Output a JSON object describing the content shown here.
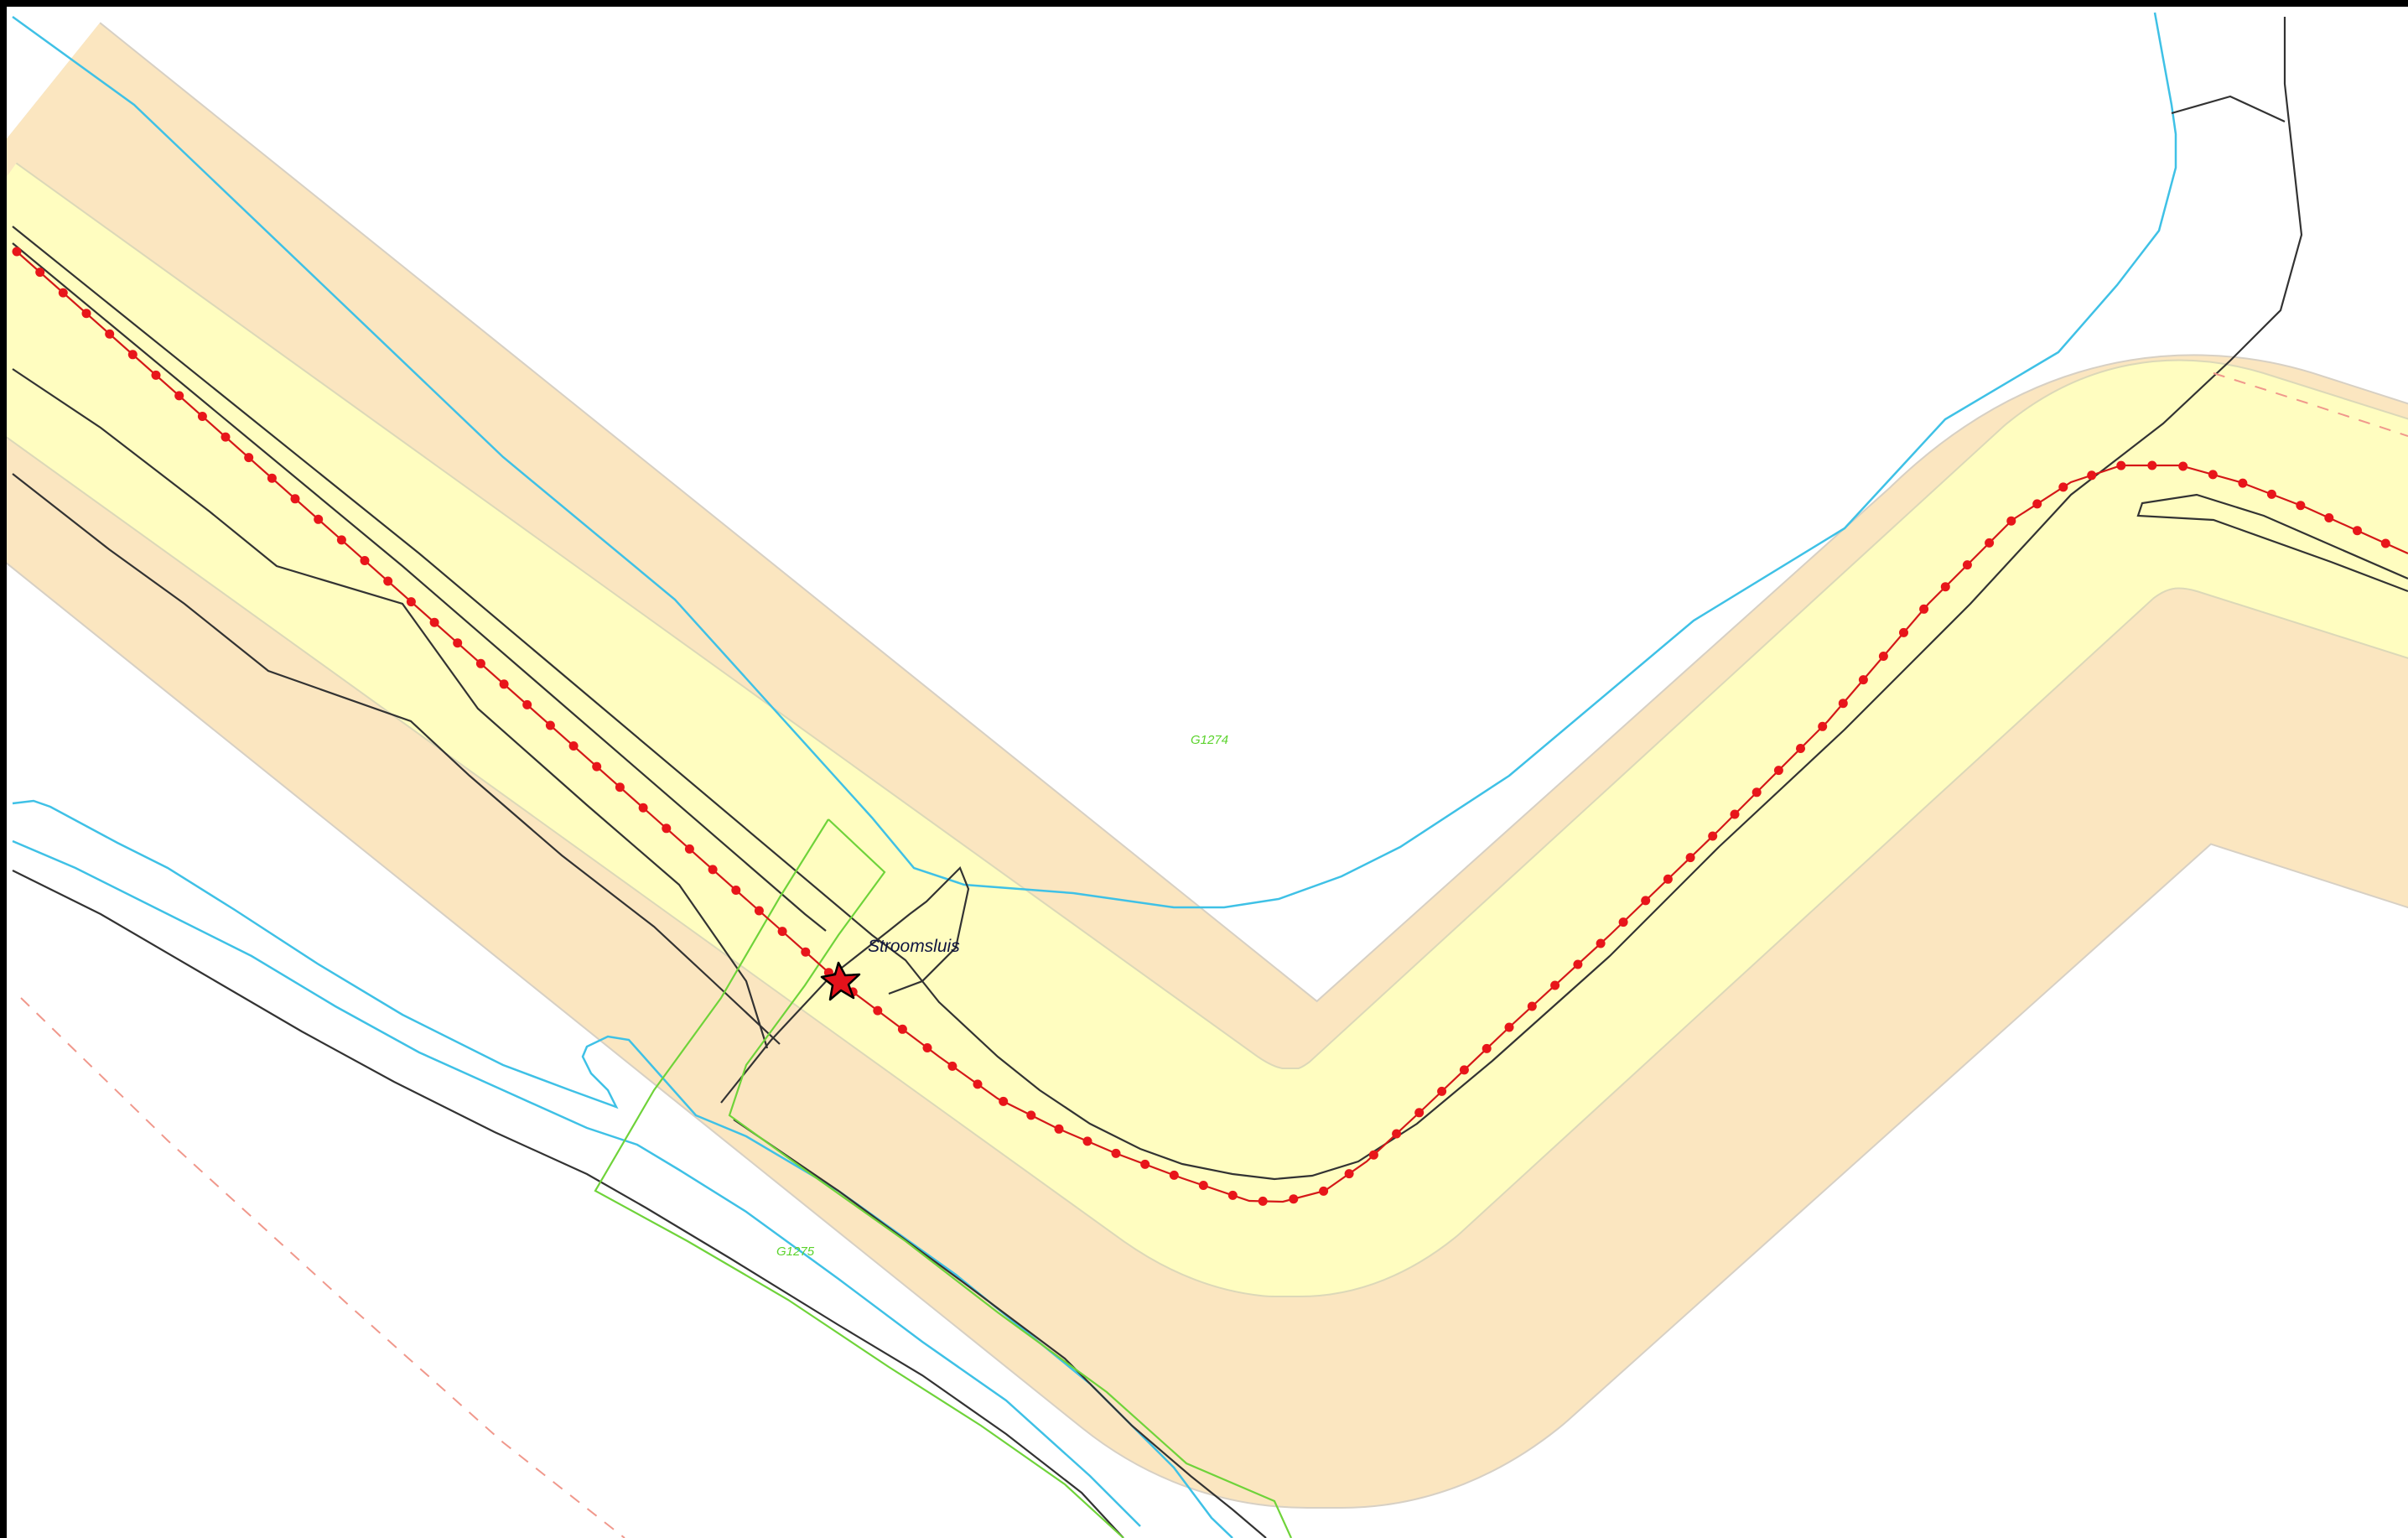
{
  "map": {
    "station": {
      "name": "Stroomsluis",
      "symbol": "red-star-icon"
    },
    "parcels": [
      {
        "code": "G1274"
      },
      {
        "code": "G1275"
      }
    ],
    "colors": {
      "outer_buffer": "#fbe6c0",
      "inner_buffer": "#fffdc0",
      "track": "#e8151a",
      "water": "#3fc1e6",
      "parcel_boundary": "#6fd33a",
      "boundary_line": "#333333",
      "dashed_line": "#f0988c"
    }
  }
}
